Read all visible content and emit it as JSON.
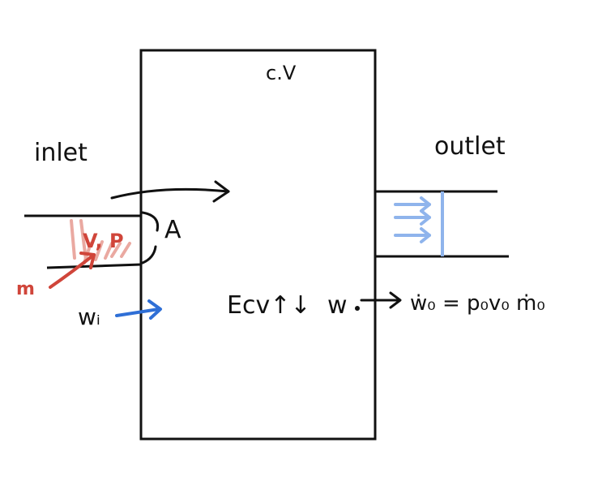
{
  "diagram": {
    "cv_label": "c.V",
    "inlet_label": "inlet",
    "outlet_label": "outlet",
    "area_label": "A",
    "velocity_pressure_label": "V, P",
    "mass_flow_label": "m",
    "work_in_label": "wᵢ",
    "energy_label": "Ecv↑↓",
    "work_out_label": "w",
    "work_out_equation": "ẇ₀ = p₀v₀ ṁ₀",
    "colors": {
      "ink": "#111111",
      "red": "#d0453a",
      "red_light": "#eaa9a1",
      "blue": "#2f6fd6",
      "blue_light": "#8fb4ec"
    }
  }
}
